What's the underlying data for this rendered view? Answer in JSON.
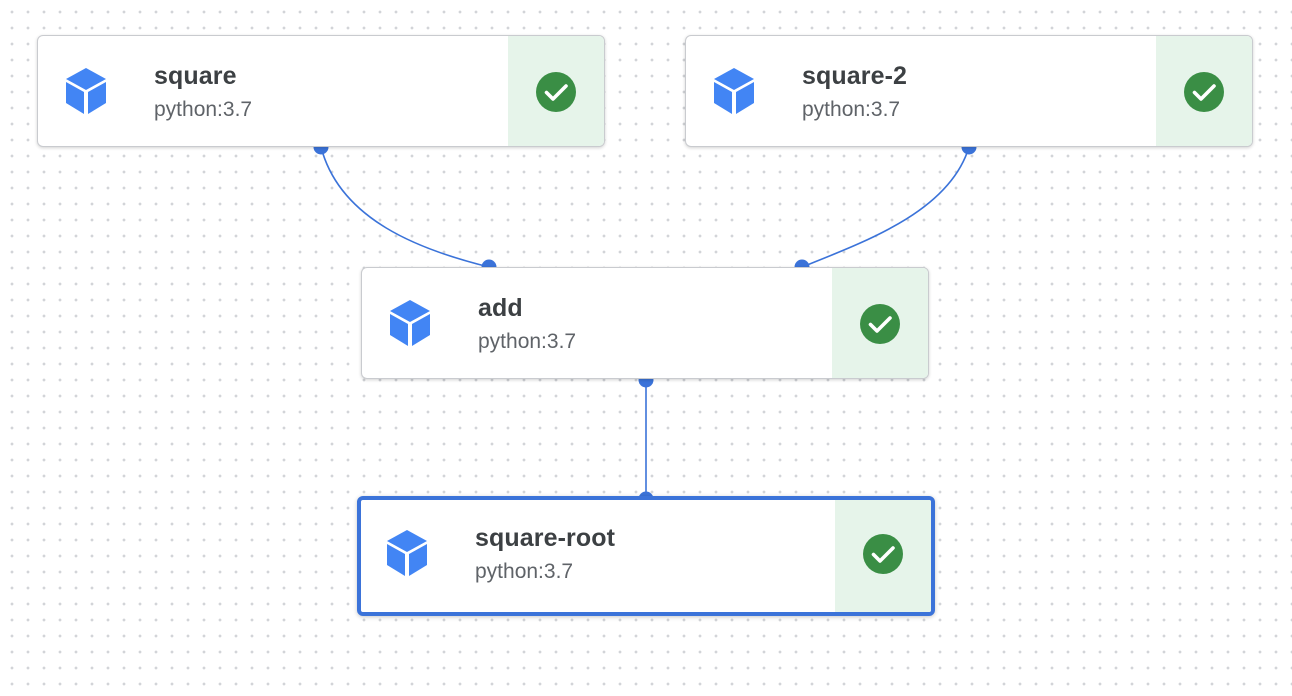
{
  "nodes": {
    "square": {
      "title": "square",
      "subtitle": "python:3.7",
      "status": "succeeded"
    },
    "square_2": {
      "title": "square-2",
      "subtitle": "python:3.7",
      "status": "succeeded"
    },
    "add": {
      "title": "add",
      "subtitle": "python:3.7",
      "status": "succeeded"
    },
    "square_root": {
      "title": "square-root",
      "subtitle": "python:3.7",
      "status": "succeeded",
      "selected": true
    }
  },
  "edges": [
    {
      "from": "square",
      "to": "add"
    },
    {
      "from": "square-2",
      "to": "add"
    },
    {
      "from": "add",
      "to": "square-root"
    }
  ],
  "colors": {
    "accent": "#3b73d9",
    "icon": "#4285f4",
    "success": "#34a853",
    "success_bg": "#e6f4ea"
  },
  "icons": {
    "component": "cube-icon",
    "status": "check-circle-icon"
  }
}
